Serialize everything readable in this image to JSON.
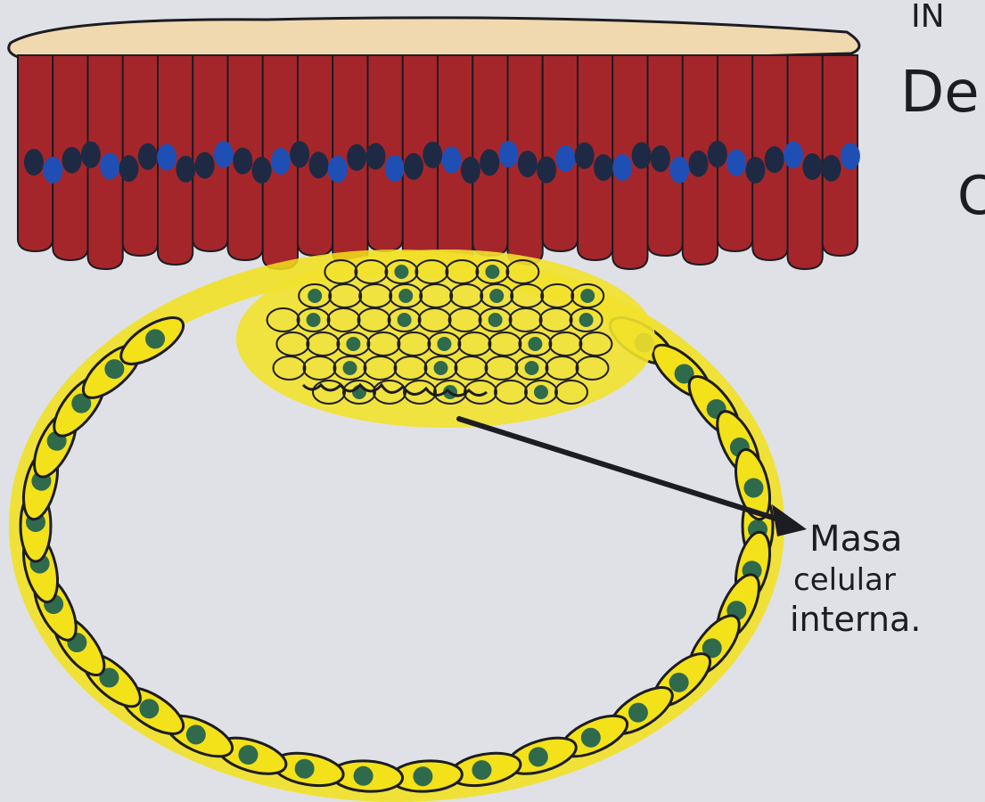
{
  "page": {
    "corner_text_lines": [
      "IN",
      "De",
      "C"
    ]
  },
  "diagram": {
    "label_lines": [
      "Masa",
      "celular",
      "interna."
    ]
  },
  "colors": {
    "paper": "#dfe1e6",
    "endometrium_red": "#a5262a",
    "surface_tan": "#f0d9ae",
    "nucleus_blue": "#1f4fb4",
    "nucleus_dark": "#1e2a44",
    "trophoblast_yellow": "#f3e11a",
    "cell_nucleus_green": "#2f6a4c",
    "ink": "#1c1c22"
  }
}
